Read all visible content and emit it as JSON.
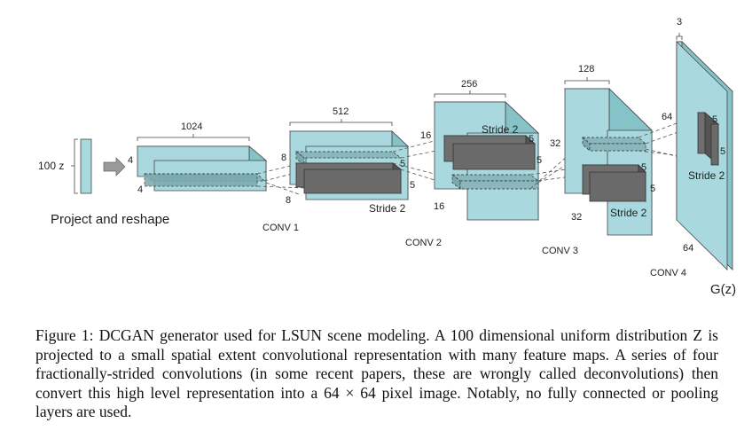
{
  "diagram": {
    "input": {
      "size_label": "100 z",
      "step_label": "Project and reshape"
    },
    "project": {
      "depth": "1024",
      "height": "4",
      "width": "4"
    },
    "conv1": {
      "name": "CONV 1",
      "depth": "512",
      "height": "8",
      "width": "8",
      "k1": "5",
      "k2": "5",
      "stride": "Stride 2"
    },
    "conv2": {
      "name": "CONV 2",
      "depth": "256",
      "height": "16",
      "width": "16",
      "k1": "5",
      "k2": "5",
      "stride": "Stride 2"
    },
    "conv3": {
      "name": "CONV 3",
      "depth": "128",
      "height": "32",
      "width": "32",
      "k1": "5",
      "k2": "5",
      "stride": "Stride 2"
    },
    "conv4": {
      "name": "CONV 4",
      "depth": "3",
      "height": "64",
      "width": "64",
      "k1": "5",
      "k2": "5",
      "stride": "Stride 2"
    },
    "output": {
      "label": "G(z)"
    }
  },
  "caption": "Figure 1: DCGAN generator used for LSUN scene modeling. A 100 dimensional uniform distribution Z is projected to a small spatial extent convolutional representation with many feature maps. A series of four fractionally-strided convolutions (in some recent papers, these are wrongly called deconvolutions) then convert this high level representation into a 64 × 64 pixel image. Notably, no fully connected or pooling layers are used."
}
